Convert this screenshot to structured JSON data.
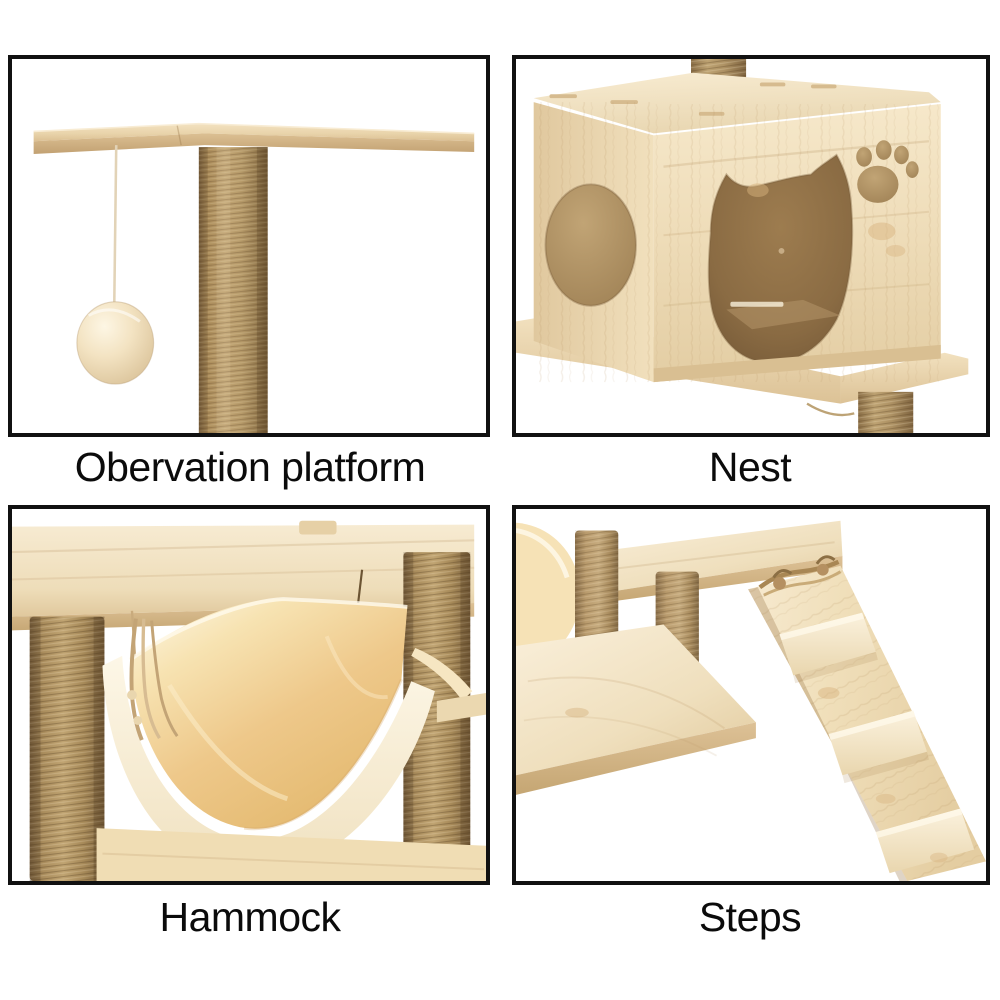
{
  "page": {
    "title": "Cat Tree Feature Grid",
    "background_color": "#ffffff",
    "border_color": "#111111",
    "caption_color": "#0b0b0b",
    "layout": "2x2 photo grid with captions beneath each row"
  },
  "palette": {
    "pine_light": "#f0ddb8",
    "pine_mid": "#e6cfa3",
    "pine_dark": "#d8bd8c",
    "pine_edge": "#c5a673",
    "sisal_rope": "#a8875c",
    "sisal_rope_dark": "#856a42",
    "plush_cream": "#fdf3dd",
    "plush_tan": "#eec88a",
    "cutout_shadow": "#8a6b43",
    "white": "#ffffff"
  },
  "panels": [
    {
      "id": "observation-platform",
      "position": "top-left",
      "caption": "Obervation platform",
      "description": "Wide wooden perch board mounted on a sisal-wrapped scratching post with a cream pom-pom ball dangling from a cord",
      "elements": [
        "wooden-platform-board",
        "sisal-scratching-post",
        "hanging-cord",
        "pom-pom-ball"
      ]
    },
    {
      "id": "nest",
      "position": "top-right",
      "caption": "Nest",
      "description": "Pine cube cat house with a cat-head shaped front entrance, a carved paw print, and a round side window, resting on a wooden base board",
      "elements": [
        "wooden-cube-house",
        "cat-head-entrance",
        "paw-print-cutout",
        "round-side-window",
        "roof-panel",
        "base-board",
        "sisal-post-top",
        "sisal-post-bottom"
      ]
    },
    {
      "id": "hammock",
      "position": "bottom-left",
      "caption": "Hammock",
      "description": "Plush cream and tan fabric hammock slung between two sisal posts beneath a wooden shelf, secured with braided rope ties",
      "elements": [
        "upper-shelf-board",
        "plush-hammock",
        "sisal-post-left",
        "sisal-post-right",
        "braided-rope-tie",
        "lower-shelf-board"
      ]
    },
    {
      "id": "steps",
      "position": "bottom-right",
      "caption": "Steps",
      "description": "Angled wooden ramp ladder with raised cross slats, attached by rope ties to a pine platform supported by two sisal posts",
      "elements": [
        "platform-board",
        "sisal-post-rear",
        "sisal-post-front",
        "base-board",
        "ramp-ladder",
        "ramp-slat",
        "rope-hinge-tie",
        "hammock-corner"
      ]
    }
  ]
}
